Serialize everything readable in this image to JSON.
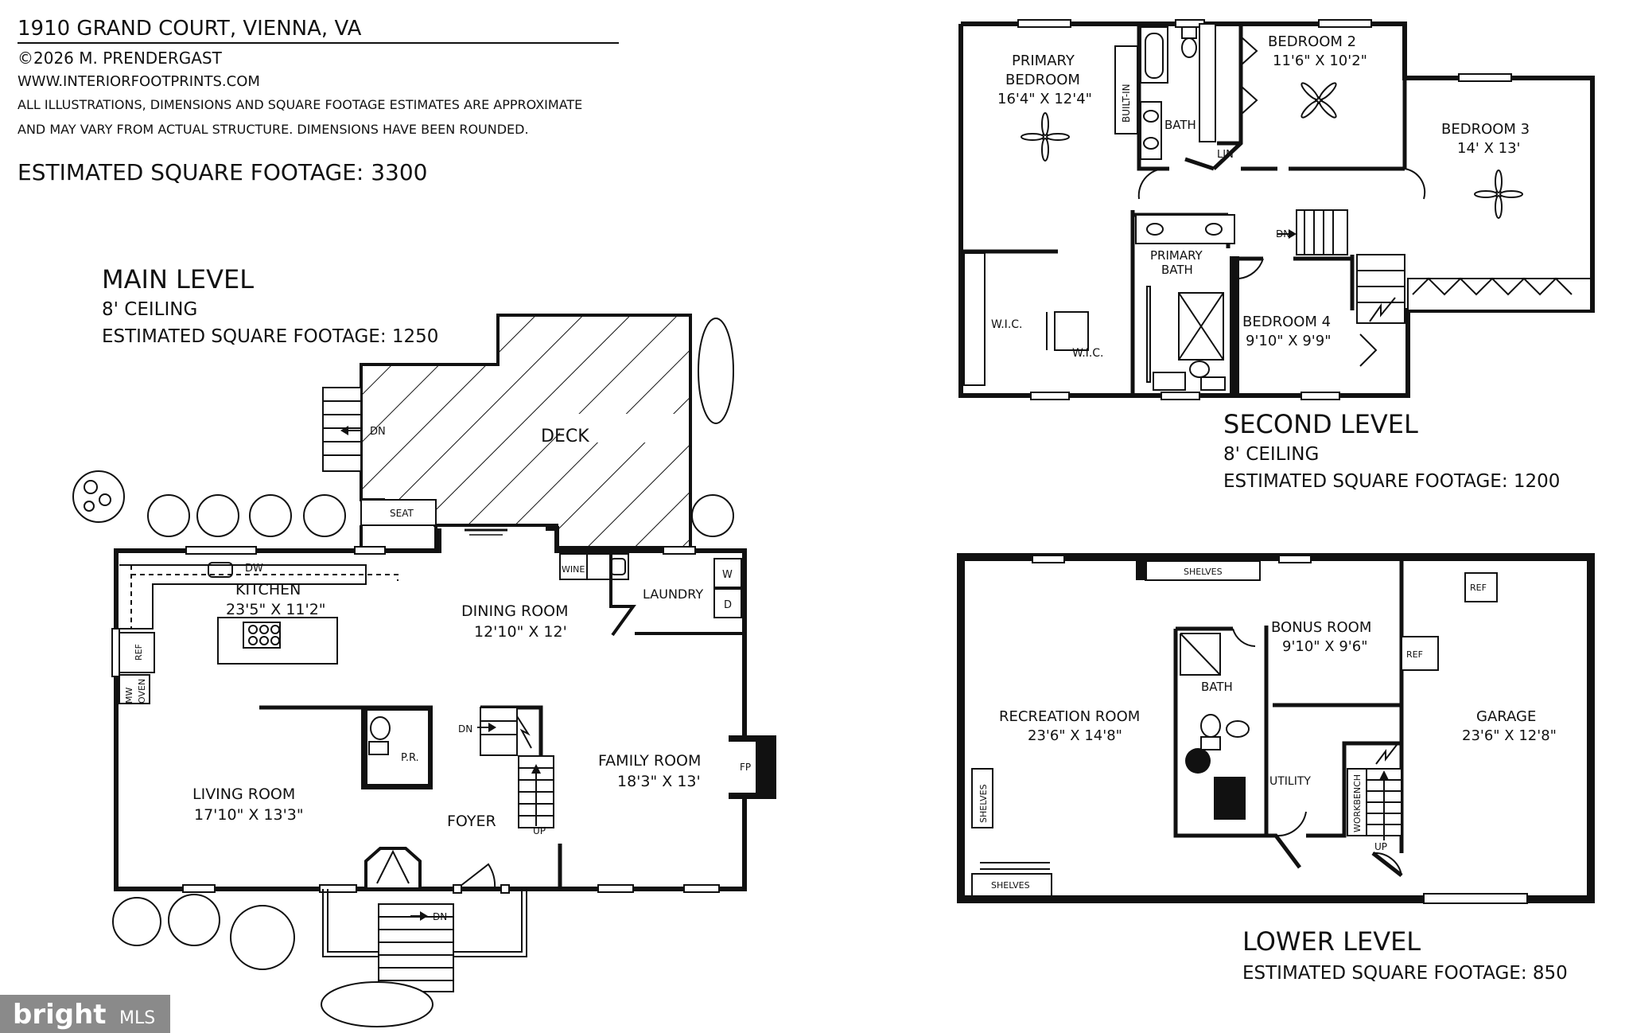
{
  "header": {
    "address": "1910 GRAND COURT, VIENNA, VA",
    "copyright": "©2026 M. PRENDERGAST",
    "website": "WWW.INTERIORFOOTPRINTS.COM",
    "disclaimer_1": "ALL ILLUSTRATIONS, DIMENSIONS AND SQUARE FOOTAGE ESTIMATES ARE APPROXIMATE",
    "disclaimer_2": "AND MAY VARY FROM ACTUAL STRUCTURE. DIMENSIONS HAVE BEEN ROUNDED.",
    "total_sqft": "ESTIMATED SQUARE FOOTAGE: 3300"
  },
  "main_level": {
    "title": "MAIN LEVEL",
    "ceiling": "8' CEILING",
    "sqft": "ESTIMATED SQUARE FOOTAGE: 1250",
    "deck": "DECK",
    "deck_dn": "DN",
    "seat": "SEAT",
    "kitchen": "KITCHEN",
    "kitchen_dim": "23'5\" X 11'2\"",
    "dw": "DW",
    "ref": "REF",
    "mw": "MW",
    "oven": "OVEN",
    "wine": "WINE",
    "dining": "DINING ROOM",
    "dining_dim": "12'10\" X 12'",
    "laundry": "LAUNDRY",
    "washer": "W",
    "dryer": "D",
    "living": "LIVING ROOM",
    "living_dim": "17'10\" X 13'3\"",
    "pr": "P.R.",
    "stair_dn": "DN",
    "stair_up": "UP",
    "foyer": "FOYER",
    "family": "FAMILY ROOM",
    "family_dim": "18'3\" X 13'",
    "fp": "FP",
    "front_dn": "DN"
  },
  "second_level": {
    "title": "SECOND LEVEL",
    "ceiling": "8' CEILING",
    "sqft": "ESTIMATED SQUARE FOOTAGE: 1200",
    "primary_1": "PRIMARY",
    "primary_2": "BEDROOM",
    "primary_dim": "16'4\" X 12'4\"",
    "builtin": "BUILT-IN",
    "bath": "BATH",
    "lin": "LIN",
    "bed2": "BEDROOM 2",
    "bed2_dim": "11'6\" X 10'2\"",
    "bed3": "BEDROOM 3",
    "bed3_dim": "14' X 13'",
    "pbath_1": "PRIMARY",
    "pbath_2": "BATH",
    "wic": "W.I.C.",
    "wic2": "W.I.C.",
    "dn": "DN",
    "bed4": "BEDROOM 4",
    "bed4_dim": "9'10\" X 9'9\""
  },
  "lower_level": {
    "title": "LOWER LEVEL",
    "sqft": "ESTIMATED SQUARE FOOTAGE: 850",
    "shelves_top": "SHELVES",
    "ref1": "REF",
    "ref2": "REF",
    "bonus": "BONUS ROOM",
    "bonus_dim": "9'10\" X 9'6\"",
    "bath": "BATH",
    "rec": "RECREATION ROOM",
    "rec_dim": "23'6\" X 14'8\"",
    "garage": "GARAGE",
    "garage_dim": "23'6\" X 12'8\"",
    "utility": "UTILITY",
    "workbench": "WORKBENCH",
    "up": "UP",
    "shelves_left": "SHELVES",
    "shelves_bottom": "SHELVES"
  },
  "watermark": {
    "brand": "bright",
    "suffix": "MLS"
  },
  "colors": {
    "line": "#111111",
    "background": "#ffffff",
    "watermark_bg": "#8a8a8a"
  }
}
